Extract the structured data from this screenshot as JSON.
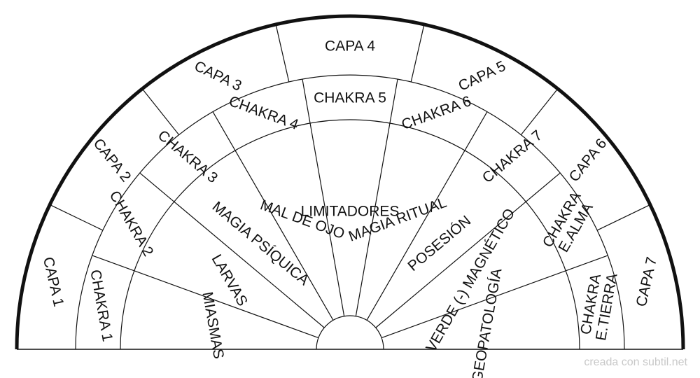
{
  "diagram": {
    "type": "semicircular-pendulum-chart",
    "colors": {
      "stroke": "#111111",
      "text": "#111111",
      "background": "#ffffff",
      "credit": "#c8c8c8"
    },
    "rings": [
      {
        "ring": "inner",
        "labels": [
          "MIASMAS",
          "LARVAS",
          "MAGIA PSÍQUICA",
          "MAL DE OJO",
          "LIMITADORES",
          "MAGIA RITUAL",
          "POSESIÓN",
          "VERDE (-) MAGNÉTICO",
          "GEOPATOLOGÍA"
        ]
      },
      {
        "ring": "middle",
        "labels": [
          "CHAKRA 1",
          "CHAKRA 2",
          "CHAKRA 3",
          "CHAKRA 4",
          "CHAKRA 5",
          "CHAKRA 6",
          "CHAKRA 7",
          "CHAKRA E.ALMA",
          "CHAKRA E.TIERRA"
        ]
      },
      {
        "ring": "outer",
        "labels": [
          "CAPA 1",
          "CAPA 2",
          "CAPA 3",
          "CAPA 4",
          "CAPA 5",
          "CAPA 6",
          "CAPA 7"
        ]
      }
    ]
  },
  "footer": {
    "credit": "creada con subtil.net"
  }
}
